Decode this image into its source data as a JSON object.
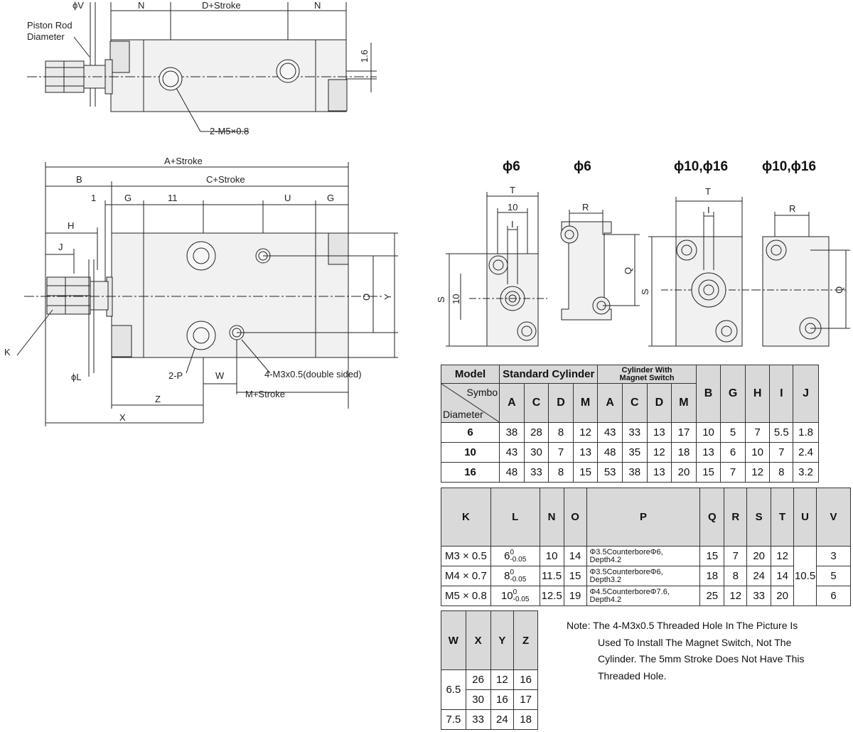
{
  "labels": {
    "phi_v": "ϕV",
    "n_left": "N",
    "d_stroke": "D+Stroke",
    "n_right": "N",
    "piston_rod_line1": "Piston Rod",
    "piston_rod_line2": "Diameter",
    "dim_1_6": "1.6",
    "m5_port": "2-M5×0.8",
    "a_stroke": "A+Stroke",
    "b": "B",
    "c_stroke": "C+Stroke",
    "one": "1",
    "g_left": "G",
    "eleven": "11",
    "u": "U",
    "g_right": "G",
    "h": "H",
    "j": "J",
    "o": "O",
    "y": "Y",
    "k": "K",
    "phi_l": "ϕL",
    "two_p": "2-P",
    "w": "W",
    "m3_hole": "4-M3x0.5(double sided)",
    "m_stroke": "M+Stroke",
    "z": "Z",
    "x": "X",
    "view1_title": "ϕ6",
    "view2_title": "ϕ6",
    "view3_title": "ϕ10,ϕ16",
    "view4_title": "ϕ10,ϕ16",
    "t": "T",
    "ten": "10",
    "i": "I",
    "s": "S",
    "r": "R",
    "q": "Q"
  },
  "table1": {
    "model": "Model",
    "standard": "Standard Cylinder",
    "magnet_line1": "Cylinder With",
    "magnet_line2": "Magnet Switch",
    "symbol": "Symbo",
    "diameter": "Diameter",
    "cols": [
      "A",
      "C",
      "D",
      "M",
      "A",
      "C",
      "D",
      "M",
      "B",
      "G",
      "H",
      "I",
      "J"
    ],
    "rows": [
      {
        "d": "6",
        "v": [
          "38",
          "28",
          "8",
          "12",
          "43",
          "33",
          "13",
          "17",
          "10",
          "5",
          "7",
          "5.5",
          "1.8"
        ]
      },
      {
        "d": "10",
        "v": [
          "43",
          "30",
          "7",
          "13",
          "48",
          "35",
          "12",
          "18",
          "13",
          "6",
          "10",
          "7",
          "2.4"
        ]
      },
      {
        "d": "16",
        "v": [
          "48",
          "33",
          "8",
          "15",
          "53",
          "38",
          "13",
          "20",
          "15",
          "7",
          "12",
          "8",
          "3.2"
        ]
      }
    ]
  },
  "table2": {
    "cols": [
      "K",
      "L",
      "N",
      "O",
      "P",
      "Q",
      "R",
      "S",
      "T",
      "U",
      "V"
    ],
    "tol_top": "0",
    "tol_bot": "-0.05",
    "u_shared": "10.5",
    "rows": [
      {
        "k": "M3 × 0.5",
        "l": "6",
        "n": "10",
        "o": "14",
        "p1": "Φ3.5CounterboreΦ6,",
        "p2": "Depth4.2",
        "q": "15",
        "r": "7",
        "s": "20",
        "t": "12",
        "v": "3"
      },
      {
        "k": "M4 × 0.7",
        "l": "8",
        "n": "11.5",
        "o": "15",
        "p1": "Φ3.5CounterboreΦ6,",
        "p2": "Depth3.2",
        "q": "18",
        "r": "8",
        "s": "24",
        "t": "14",
        "v": "5"
      },
      {
        "k": "M5 × 0.8",
        "l": "10",
        "n": "12.5",
        "o": "19",
        "p1": "Φ4.5CounterboreΦ7.6,",
        "p2": "Depth4.2",
        "q": "25",
        "r": "12",
        "s": "33",
        "t": "20",
        "v": "6"
      }
    ]
  },
  "table3": {
    "cols": [
      "W",
      "X",
      "Y",
      "Z"
    ],
    "w_shared": "6.5",
    "rows": [
      {
        "x": "26",
        "y": "12",
        "z": "16"
      },
      {
        "x": "30",
        "y": "16",
        "z": "17"
      },
      {
        "w": "7.5",
        "x": "33",
        "y": "24",
        "z": "18"
      }
    ]
  },
  "note": {
    "line1": "Note: The 4-M3x0.5 Threaded Hole In The Picture Is",
    "line2": "Used To Install The Magnet Switch, Not The",
    "line3": "Cylinder. The 5mm Stroke Does Not Have This",
    "line4": "Threaded Hole."
  }
}
